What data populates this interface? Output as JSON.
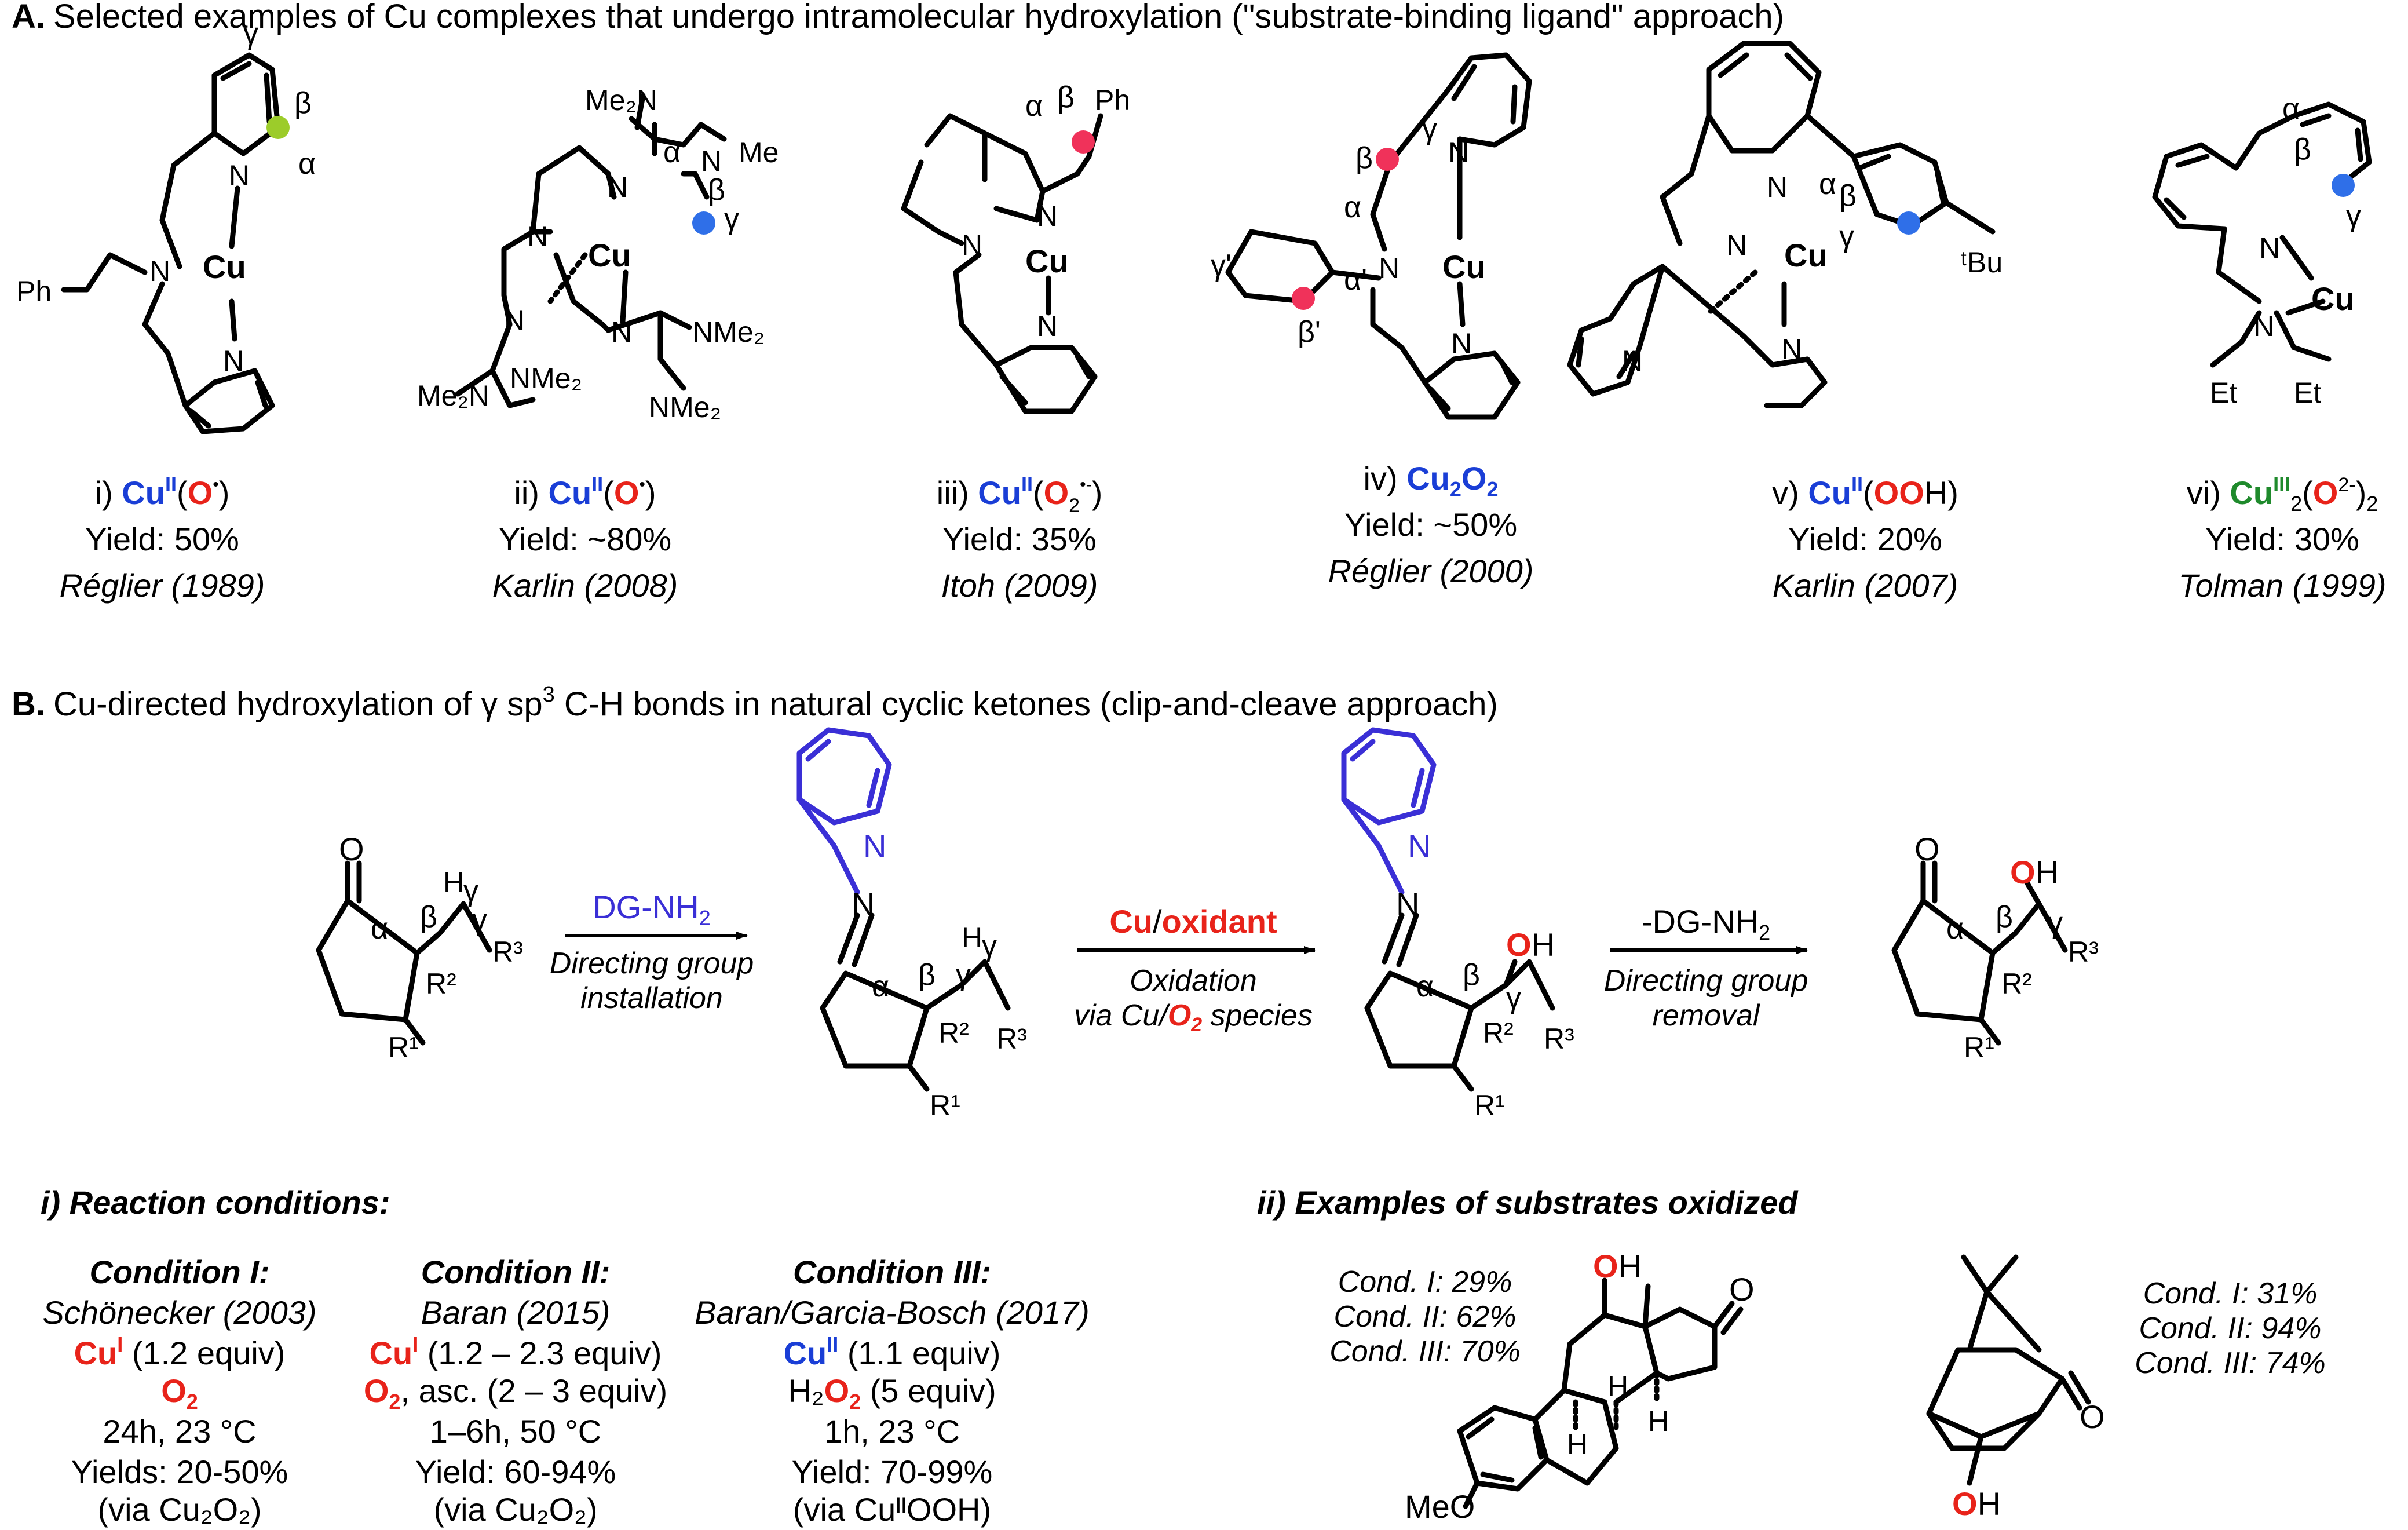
{
  "section_a": {
    "letter": "A.",
    "title": "Selected examples of Cu complexes that undergo intramolecular hydroxylation (\"substrate-binding ligand\" approach)"
  },
  "section_b": {
    "letter": "B.",
    "title_pre": "Cu-directed hydroxylation of ",
    "title_gamma": "γ",
    "title_sp": " sp",
    "title_sup": "3",
    "title_post": " C-H bonds in natural cyclic ketones (clip-and-cleave approach)"
  },
  "complexes": [
    {
      "roman": "i) ",
      "cu": "Cu",
      "ox": "II",
      "paren": "(",
      "o": "O",
      "dot": "•",
      "close": ")",
      "yield": "Yield: 50%",
      "ref": "Réglier (1989)"
    },
    {
      "roman": "ii) ",
      "cu": "Cu",
      "ox": "II",
      "paren": "(",
      "o": "O",
      "dot": "•",
      "close": ")",
      "yield": "Yield: ~80%",
      "ref": "Karlin (2008)"
    },
    {
      "roman": "iii) ",
      "cu": "Cu",
      "ox": "II",
      "paren": "(",
      "o": "O",
      "sub": "2",
      "sup": "•-",
      "close": ")",
      "yield": "Yield: 35%",
      "ref": "Itoh (2009)"
    },
    {
      "roman": "iv) ",
      "cu": "Cu",
      "cusub": "2",
      "o": "O",
      "osub": "2",
      "yield": "Yield: ~50%",
      "ref": "Réglier (2000)"
    },
    {
      "roman": "v) ",
      "cu": "Cu",
      "ox": "II",
      "paren": "(",
      "o": "OO",
      "h": "H)",
      "yield": "Yield: 20%",
      "ref": "Karlin (2007)"
    },
    {
      "roman": "vi) ",
      "cu": "Cu",
      "ox": "III",
      "cusub": "2",
      "paren": "(",
      "o": "O",
      "sup": "2-",
      "close": ")",
      "sub2": "2",
      "yield": "Yield: 30%",
      "ref": "Tolman (1999)"
    }
  ],
  "atoms": {
    "N": "N",
    "Cu": "Cu",
    "Ph": "Ph",
    "Me2N": "Me₂N",
    "NMe2": "NMe₂",
    "Me": "Me",
    "O": "O",
    "OH": "OH",
    "H": "H",
    "Et": "Et",
    "tBu": "ᵗBu",
    "MeO": "MeO",
    "alpha": "α",
    "beta": "β",
    "gamma": "γ",
    "alpha_p": "α'",
    "beta_p": "β'",
    "gamma_p": "γ'",
    "R1": "R¹",
    "R2": "R²",
    "R3": "R³",
    "Hg": "Hγ"
  },
  "arrows": [
    {
      "top": "DG-NH",
      "top_sub": "2",
      "bottom1": "Directing group",
      "bottom2": "installation"
    },
    {
      "top_cu": "Cu",
      "top_slash": "/",
      "top_ox": "oxidant",
      "bottom1": "Oxidation",
      "bottom2_pre": "via Cu/",
      "bottom2_o": "O",
      "bottom2_sub": "2",
      "bottom2_post": " species"
    },
    {
      "top": "-DG-NH",
      "top_sub": "2",
      "bottom1": "Directing group",
      "bottom2": "removal"
    }
  ],
  "conditions_heading": "i) Reaction conditions:",
  "examples_heading": "ii) Examples of substrates oxidized",
  "conditions": [
    {
      "title": "Condition I:",
      "ref": "Schönecker (2003)",
      "l1_cu": "Cu",
      "l1_ox": "I",
      "l1_rest": " (1.2 equiv)",
      "l2_o": "O",
      "l2_sub": "2",
      "l2_rest": "",
      "l3": "24h, 23 °C",
      "l4": "Yields: 20-50%",
      "l5": "(via Cu₂O₂)"
    },
    {
      "title": "Condition II:",
      "ref": "Baran (2015)",
      "l1_cu": "Cu",
      "l1_ox": "I",
      "l1_rest": " (1.2 – 2.3 equiv)",
      "l2_o": "O",
      "l2_sub": "2",
      "l2_rest": ", asc. (2 – 3 equiv)",
      "l3": "1–6h, 50 °C",
      "l4": "Yield: 60-94%",
      "l5": "(via Cu₂O₂)"
    },
    {
      "title": "Condition III:",
      "ref": "Baran/Garcia-Bosch (2017)",
      "l1_cu": "Cu",
      "l1_ox": "II",
      "l1_rest": " (1.1 equiv)",
      "l2_pre": "H₂",
      "l2_o": "O",
      "l2_sub": "2",
      "l2_rest": " (5 equiv)",
      "l3": "1h, 23 °C",
      "l4": "Yield: 70-99%",
      "l5": "(via CuᴵᴵOOH)"
    }
  ],
  "examples": [
    {
      "c1": "Cond. I: 29%",
      "c2": "Cond. II: 62%",
      "c3": "Cond. III: 70%"
    },
    {
      "c1": "Cond. I: 31%",
      "c2": "Cond. II: 94%",
      "c3": "Cond. III: 74%"
    }
  ],
  "colors": {
    "blue": "#1a3ed6",
    "red": "#e8231a",
    "green": "#1f8a2c",
    "purple": "#3a2fd6",
    "dot_green": "#9ccc2a",
    "dot_blue": "#2f6fe8",
    "dot_red": "#f0325a"
  }
}
